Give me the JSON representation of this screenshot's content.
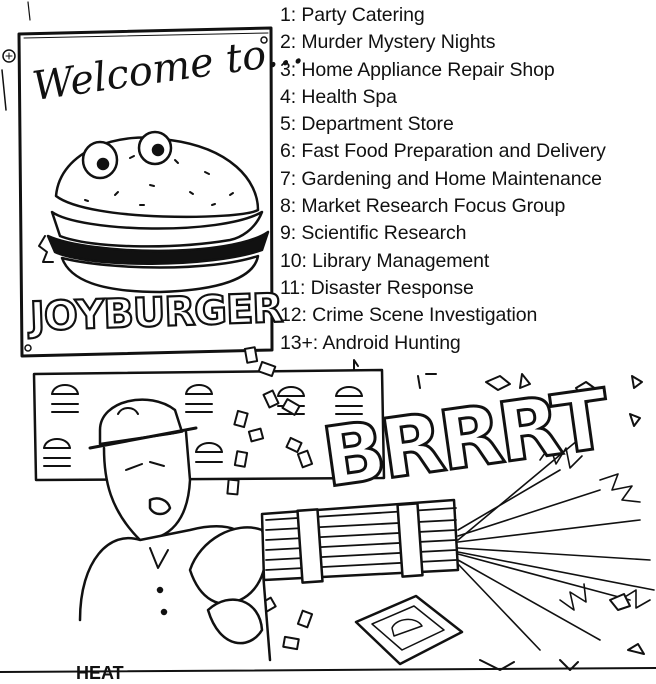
{
  "menu": {
    "items": [
      "1: Party Catering",
      "2: Murder Mystery Nights",
      "3: Home Appliance Repair Shop",
      "4: Health Spa",
      "5: Department Store",
      "6: Fast Food Preparation and Delivery",
      "7: Gardening and Home Maintenance",
      "8: Market Research Focus Group",
      "9: Scientific Research",
      "10: Library Management",
      "11: Disaster Response",
      "12: Crime Scene Investigation",
      "13+: Android Hunting"
    ]
  },
  "sign": {
    "welcome": "Welcome to...",
    "brand": "JOYBURGER"
  },
  "sound_effect": "BRRRT",
  "floor_label": "HEAT"
}
